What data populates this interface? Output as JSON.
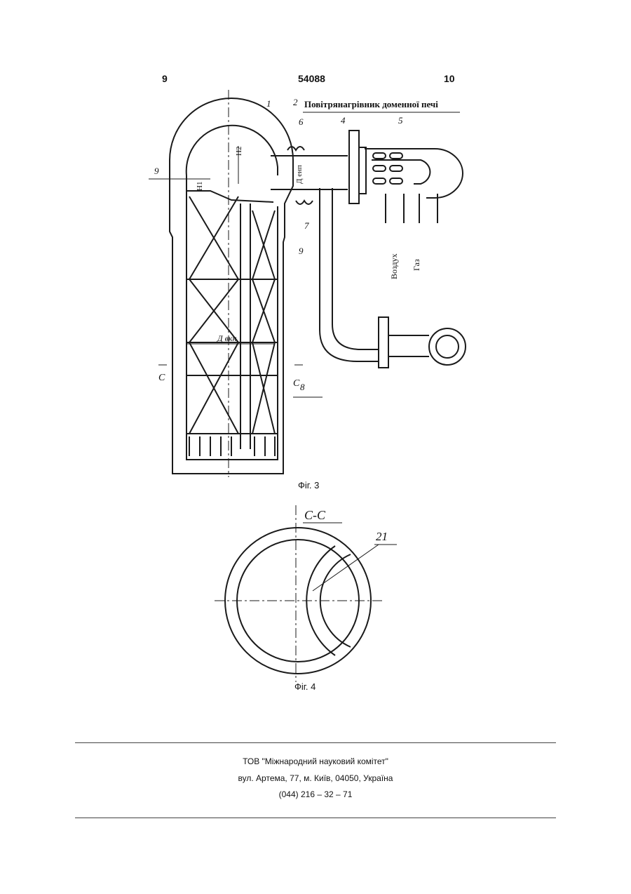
{
  "header": {
    "page_left": "9",
    "patent_number": "54088",
    "page_right": "10"
  },
  "figure3": {
    "title": "Повітрянагрівник доменної печі",
    "caption": "Фіг. 3",
    "labels": {
      "n1": "1",
      "n2": "2",
      "n4": "4",
      "n5": "5",
      "n6": "6",
      "n7": "7",
      "n8": "8",
      "n9a": "9",
      "n9b": "9",
      "h1": "H1",
      "h2": "H2",
      "d_enp": "Д енп",
      "d_vkn": "Д вкн",
      "section_left": "С",
      "section_right": "С",
      "air": "Воздух",
      "gas": "Газ"
    }
  },
  "figure4": {
    "section_title": "С-С",
    "label_21": "21",
    "caption": "Фіг. 4"
  },
  "footer": {
    "org": "ТОВ \"Міжнародний науковий комітет\"",
    "address": "вул. Артема, 77, м. Київ, 04050, Україна",
    "phone": "(044) 216 – 32 – 71"
  }
}
